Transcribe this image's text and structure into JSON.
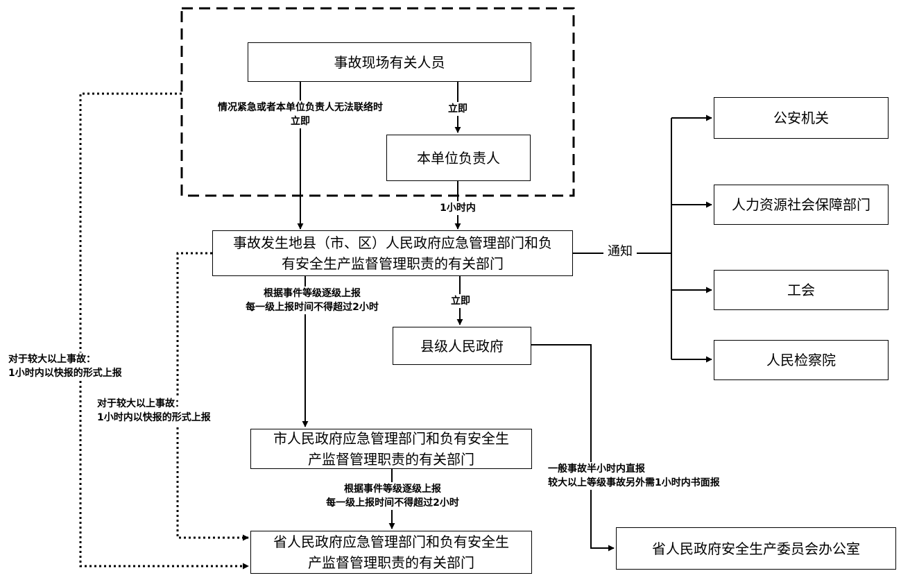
{
  "boxes": {
    "scene_personnel": "事故现场有关人员",
    "unit_leader": "本单位负责人",
    "county_dept": [
      "事故发生地县（市、区）人民政府应急管理部门和负",
      "有安全生产监督管理职责的有关部门"
    ],
    "county_gov": "县级人民政府",
    "city_dept": [
      "市人民政府应急管理部门和负有安全生",
      "产监督管理职责的有关部门"
    ],
    "province_dept": [
      "省人民政府应急管理部门和负有安全生",
      "产监督管理职责的有关部门"
    ],
    "province_safety_office": "省人民政府安全生产委员会办公室",
    "police": "公安机关",
    "hr_social": "人力资源社会保障部门",
    "union": "工会",
    "procuratorate": "人民检察院"
  },
  "labels": {
    "emergency": [
      "情况紧急或者本单位负责人无法联络时",
      "立即"
    ],
    "immediately_1": "立即",
    "within_1h": "1小时内",
    "notify": "通知",
    "immediately_2": "立即",
    "escalate_1": [
      "根据事件等级逐级上报",
      "每一级上报时间不得超过2小时"
    ],
    "escalate_2": [
      "根据事件等级逐级上报",
      "每一级上报时间不得超过2小时"
    ],
    "major_outer": [
      "对于较大以上事故：",
      "1小时内以快报的形式上报"
    ],
    "major_inner": [
      "对于较大以上事故：",
      "1小时内以快报的形式上报"
    ],
    "direct_report": [
      "一般事故半小时内直报",
      "较大以上等级事故另外需1小时内书面报"
    ]
  }
}
